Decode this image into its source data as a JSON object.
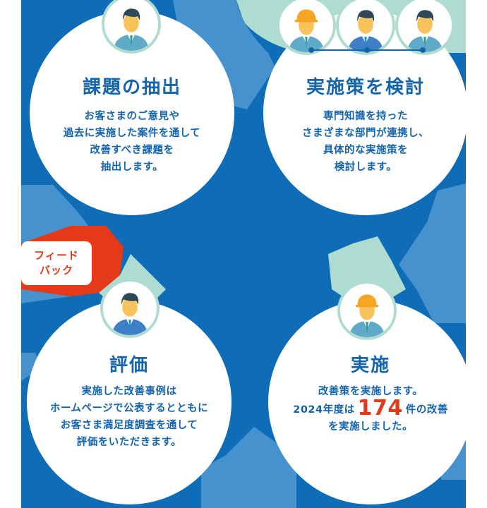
{
  "diagram": {
    "type": "cycle",
    "colors": {
      "background_blue": "#0f6cb6",
      "arrow_light_blue": "#4592cf",
      "mint": "#aedcd1",
      "title_text": "#1565ad",
      "feedback_red": "#e43a1a",
      "highlight_red": "#e43a1a",
      "hardhat_orange": "#f5a623"
    },
    "steps": [
      {
        "id": "extract",
        "title": "課題の抽出",
        "body_lines": [
          "お客さまのご意見や",
          "過去に実施した案件を通して",
          "改善すべき課題を",
          "抽出します。"
        ],
        "avatars": [
          "businessman-icon"
        ]
      },
      {
        "id": "consider",
        "title": "実施策を検討",
        "body_lines": [
          "専門知識を持った",
          "さまざまな部門が連携し、",
          "具体的な実施策を",
          "検討します。"
        ],
        "avatars": [
          "worker-hardhat-icon",
          "businessman-icon",
          "businessman-icon"
        ]
      },
      {
        "id": "implement",
        "title": "実施",
        "body_line1": "改善策を実施します。",
        "body_line2_prefix": "2024年度は",
        "body_line2_number": "174",
        "body_line2_suffix": "件の改善",
        "body_line3": "を実施しました。",
        "avatars": [
          "worker-hardhat-icon"
        ]
      },
      {
        "id": "evaluate",
        "title": "評価",
        "body_lines": [
          "実施した改善事例は",
          "ホームページで公表するとともに",
          "お客さま満足度調査を通して",
          "評価をいただきます。"
        ],
        "avatars": [
          "businessman-icon"
        ]
      }
    ],
    "feedback_label_line1": "フィード",
    "feedback_label_line2": "バック"
  }
}
